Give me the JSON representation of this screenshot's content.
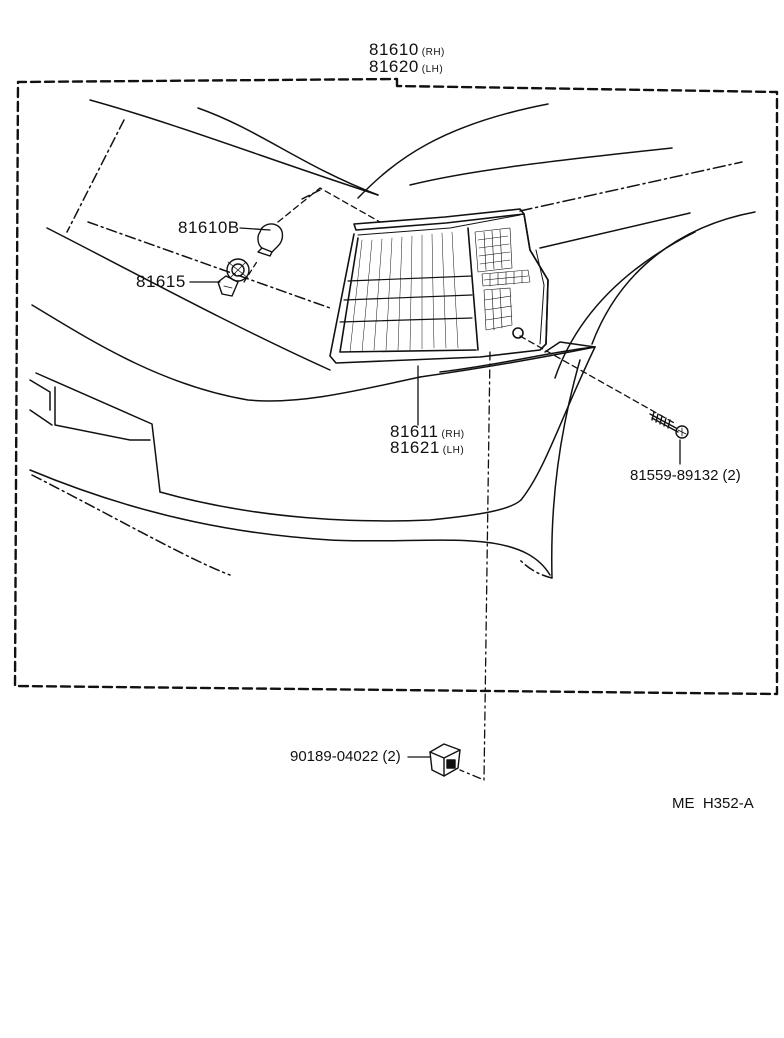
{
  "diagram": {
    "parts": [
      {
        "number": "81610",
        "suffix": "(RH)"
      },
      {
        "number": "81620",
        "suffix": "(LH)"
      },
      {
        "number": "81610B"
      },
      {
        "number": "81615"
      },
      {
        "number": "81611",
        "suffix": "(RH)"
      },
      {
        "number": "81621",
        "suffix": "(LH)"
      },
      {
        "number": "81559-89132",
        "qty": "(2)"
      },
      {
        "number": "90189-04022",
        "qty": "(2)"
      }
    ],
    "figure_code": "ME  H352-A"
  }
}
